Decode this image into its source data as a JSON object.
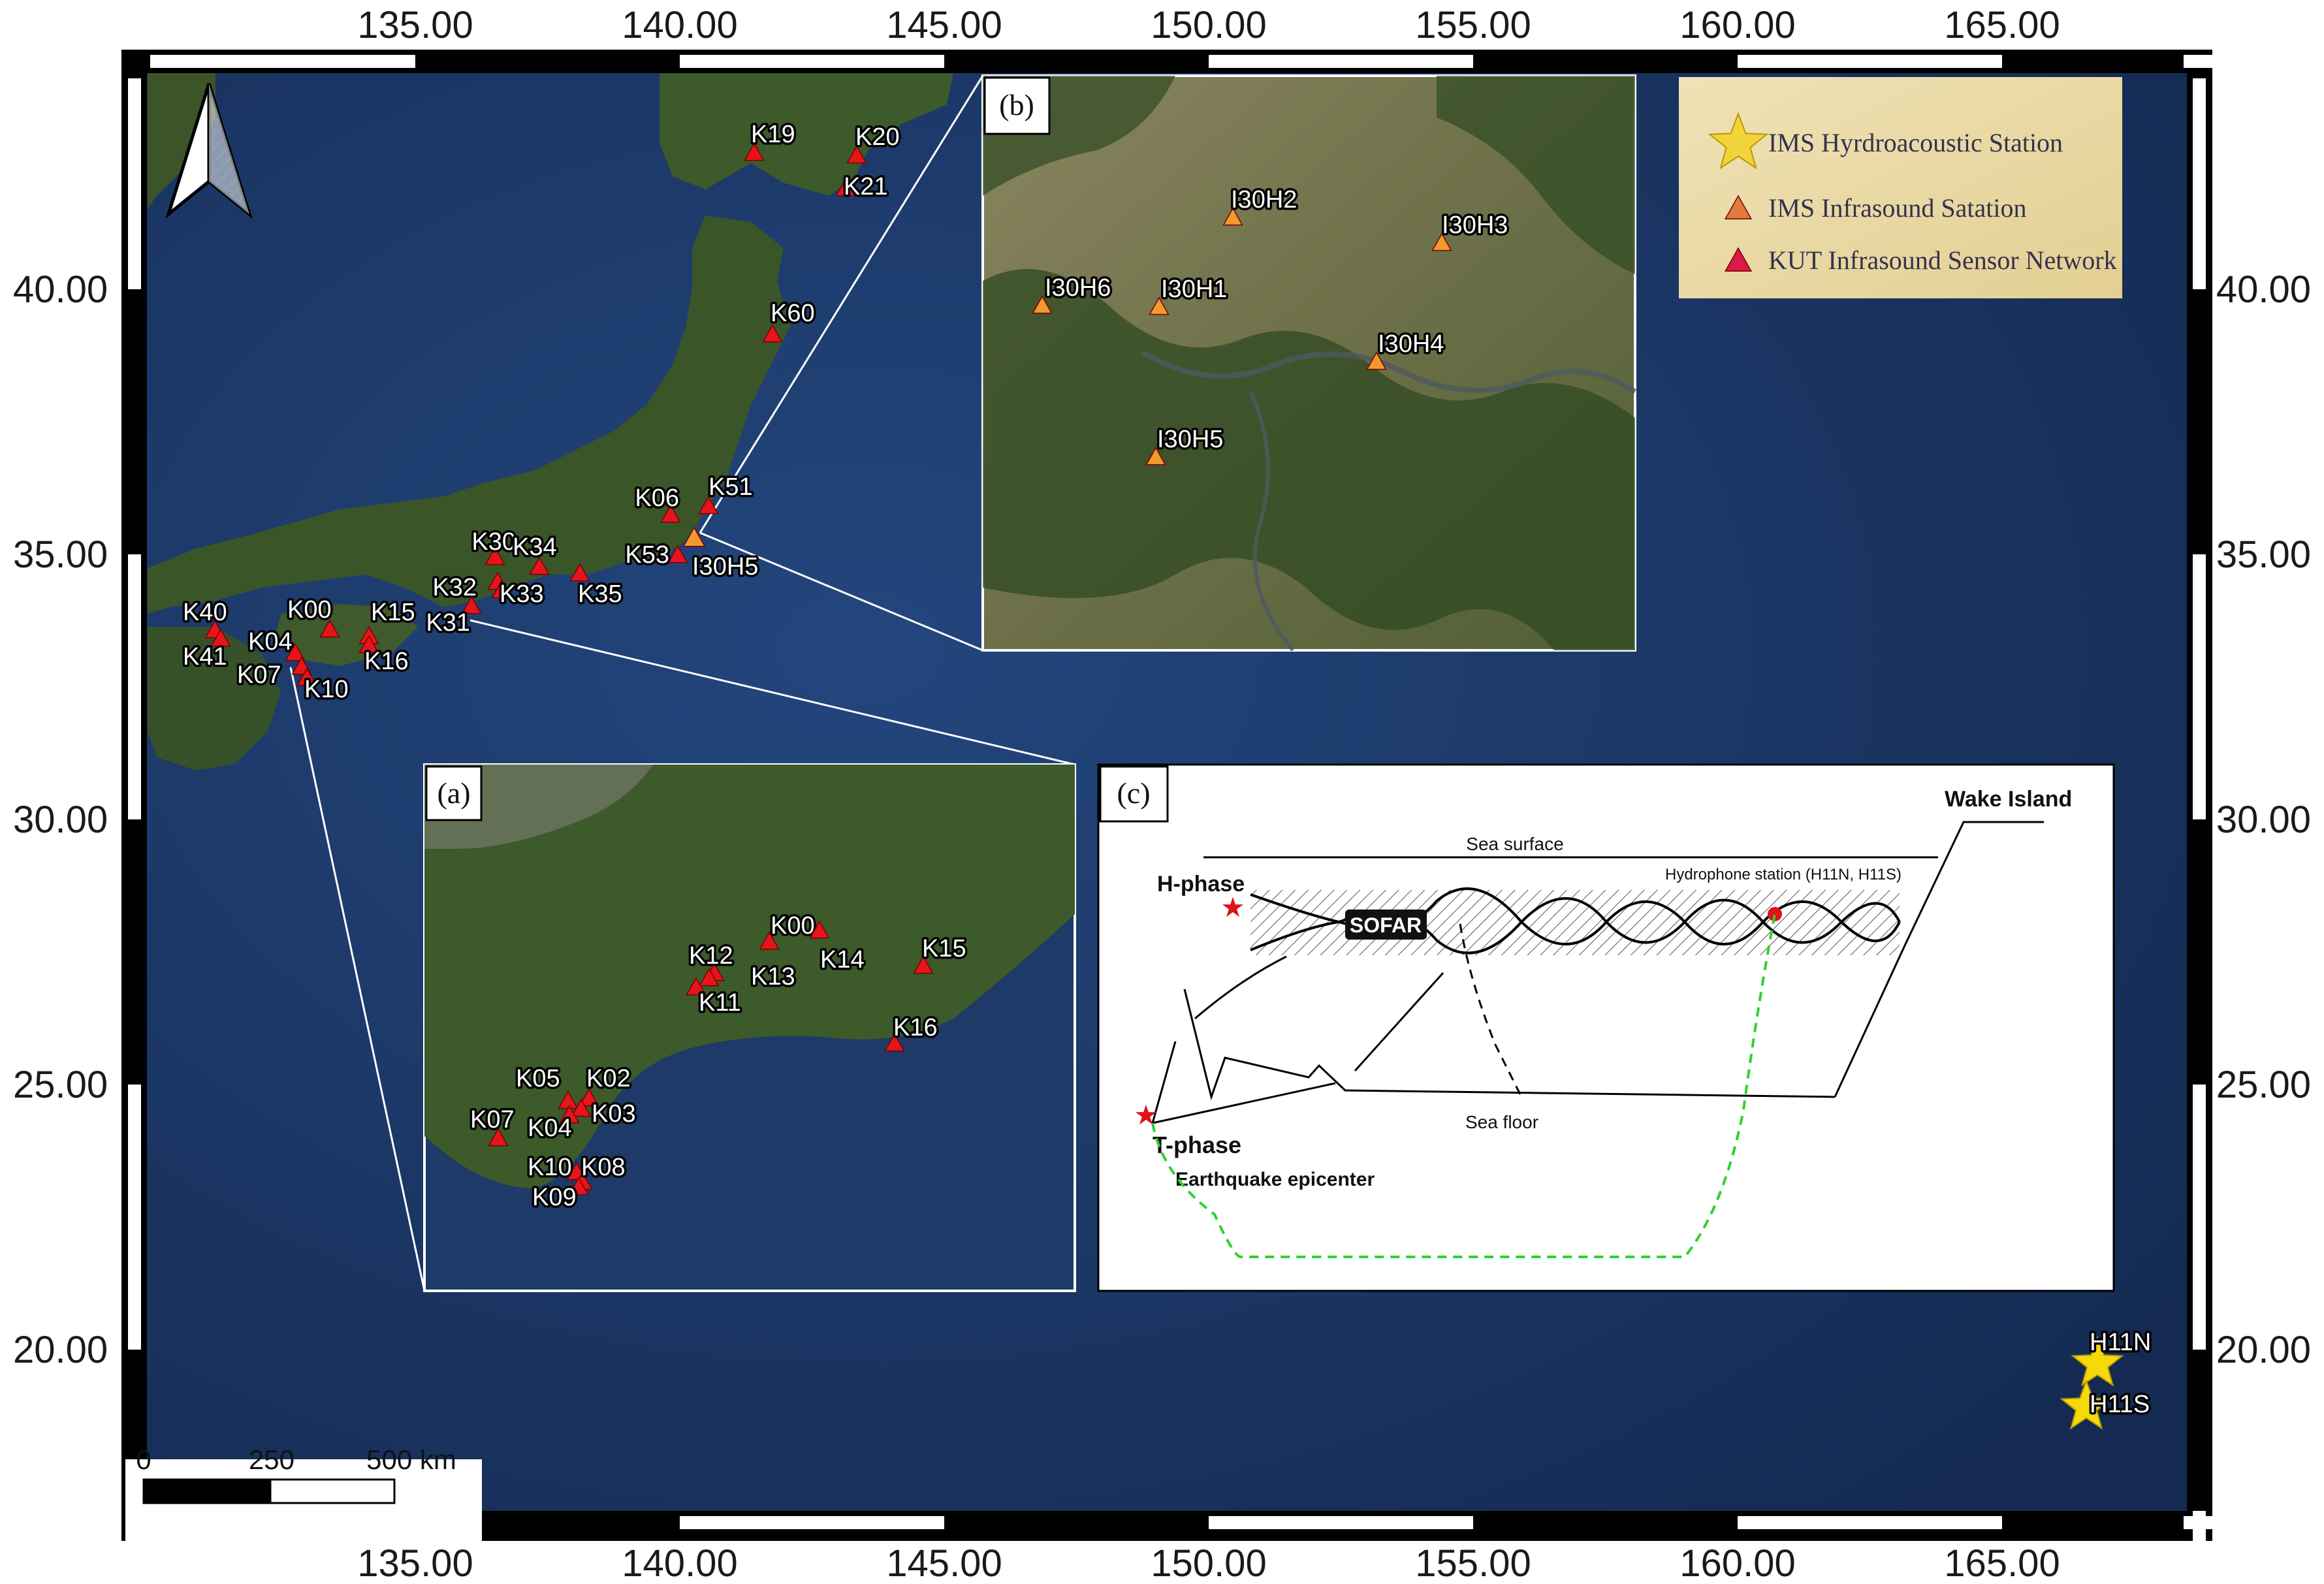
{
  "axes": {
    "x_ticks": [
      "135.00",
      "140.00",
      "145.00",
      "150.00",
      "155.00",
      "160.00",
      "165.00"
    ],
    "y_ticks": [
      "40.00",
      "35.00",
      "30.00",
      "25.00",
      "20.00"
    ]
  },
  "legend": {
    "items": [
      {
        "label": "IMS Hyrdroacoustic Station",
        "color": "#f2d33b",
        "symbol": "star"
      },
      {
        "label": "IMS Infrasound Satation",
        "color": "#e07a3f",
        "symbol": "triangle"
      },
      {
        "label": "KUT Infrasound Sensor Network",
        "color": "#d81b4a",
        "symbol": "triangle"
      }
    ]
  },
  "scale_bar": {
    "labels": [
      "0",
      "250",
      "500 km"
    ]
  },
  "main_stations": [
    {
      "label": "K19"
    },
    {
      "label": "K20"
    },
    {
      "label": "K21"
    },
    {
      "label": "K60"
    },
    {
      "label": "K06"
    },
    {
      "label": "K51"
    },
    {
      "label": "K53"
    },
    {
      "label": "I30H5"
    },
    {
      "label": "K30"
    },
    {
      "label": "K34"
    },
    {
      "label": "K32"
    },
    {
      "label": "K33"
    },
    {
      "label": "K35"
    },
    {
      "label": "K31"
    },
    {
      "label": "K40"
    },
    {
      "label": "K41"
    },
    {
      "label": "K00"
    },
    {
      "label": "K04"
    },
    {
      "label": "K15"
    },
    {
      "label": "K07"
    },
    {
      "label": "K16"
    },
    {
      "label": "K10"
    }
  ],
  "hydro_stations": [
    {
      "label": "H11N"
    },
    {
      "label": "H11S"
    }
  ],
  "inset_a": {
    "tag": "(a)",
    "stations": [
      {
        "label": "K00"
      },
      {
        "label": "K12"
      },
      {
        "label": "K13"
      },
      {
        "label": "K14"
      },
      {
        "label": "K15"
      },
      {
        "label": "K11"
      },
      {
        "label": "K16"
      },
      {
        "label": "K05"
      },
      {
        "label": "K02"
      },
      {
        "label": "K03"
      },
      {
        "label": "K07"
      },
      {
        "label": "K04"
      },
      {
        "label": "K10"
      },
      {
        "label": "K08"
      },
      {
        "label": "K09"
      }
    ]
  },
  "inset_b": {
    "tag": "(b)",
    "stations": [
      {
        "label": "I30H2"
      },
      {
        "label": "I30H3"
      },
      {
        "label": "I30H6"
      },
      {
        "label": "I30H1"
      },
      {
        "label": "I30H4"
      },
      {
        "label": "I30H5"
      }
    ]
  },
  "inset_c": {
    "tag": "(c)",
    "wake_island": "Wake Island",
    "sea_surface": "Sea surface",
    "h_phase": "H-phase",
    "sofar": "SOFAR",
    "hydrophone": "Hydrophone station (H11N, H11S)",
    "t_phase": "T-phase",
    "epicenter": "Earthquake epicenter",
    "sea_floor": "Sea floor"
  },
  "colors": {
    "ocean": "#1b3767",
    "land": "#2e4a24",
    "kut": "#e8141c",
    "ims": "#f29a2e",
    "hydro": "#f5d90a"
  }
}
